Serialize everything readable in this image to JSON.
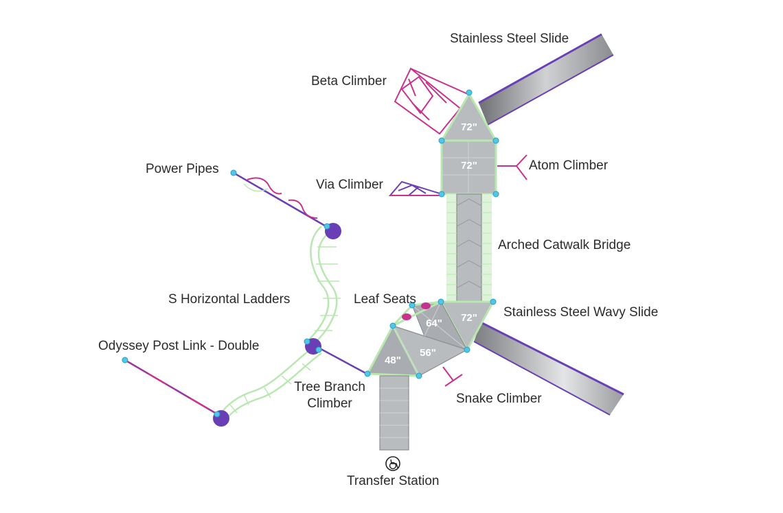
{
  "labels": {
    "stainless_steel_slide": "Stainless Steel Slide",
    "beta_climber": "Beta Climber",
    "atom_climber": "Atom Climber",
    "power_pipes": "Power Pipes",
    "via_climber": "Via Climber",
    "arched_catwalk_bridge": "Arched Catwalk Bridge",
    "s_horizontal_ladders": "S Horizontal Ladders",
    "leaf_seats": "Leaf Seats",
    "stainless_steel_wavy_slide": "Stainless Steel Wavy Slide",
    "odyssey_post_link_double": "Odyssey Post Link - Double",
    "tree_branch_climber_line1": "Tree Branch",
    "tree_branch_climber_line2": "Climber",
    "snake_climber": "Snake Climber",
    "transfer_station": "Transfer Station"
  },
  "deck_heights": {
    "top_triangle": "72\"",
    "top_square": "72\"",
    "bottom_right": "72\"",
    "middle_triangle": "64\"",
    "middle_square": "56\"",
    "left_triangle": "48\""
  },
  "colors": {
    "slide_purple": "#6a3fb5",
    "climber_magenta": "#c8318e",
    "rail_green": "#b8e8b0",
    "post_cyan": "#4fc7e6",
    "platform_gray": "#b9bcbf"
  },
  "icons": {
    "accessibility": "wheelchair-transfer-icon"
  }
}
